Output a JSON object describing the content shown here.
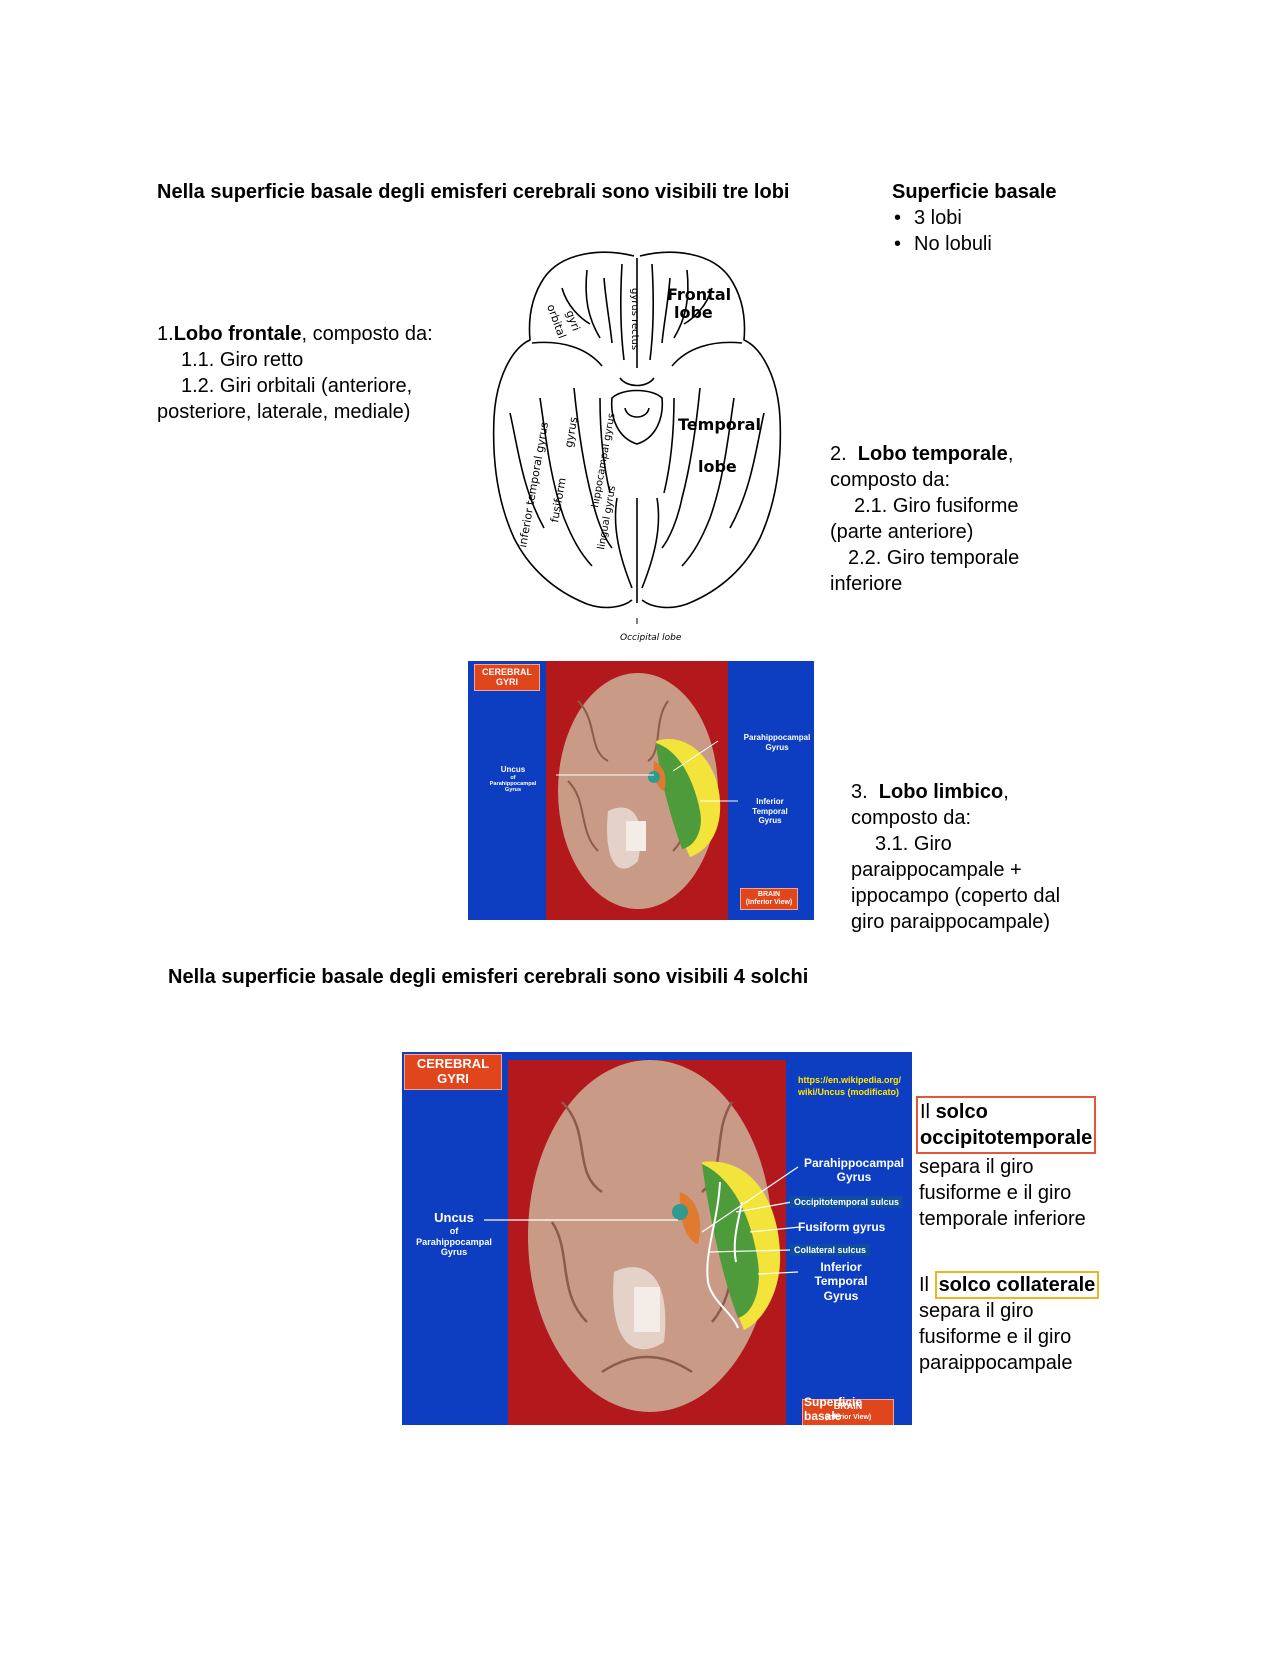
{
  "section1": {
    "heading": "Nella superficie basale degli emisferi cerebrali sono visibili tre lobi",
    "side_title": "Superficie basale",
    "side_bullets": [
      "3 lobi",
      "No lobuli"
    ]
  },
  "lobe_frontal": {
    "prefix": "1.",
    "name": "Lobo frontale",
    "suffix": ", composto da:",
    "items": [
      "1.1. Giro retto",
      "1.2. Giri orbitali (anteriore,"
    ],
    "cont": "posteriore, laterale, mediale)"
  },
  "lobe_temporal": {
    "prefix": "2.  ",
    "name": "Lobo temporale",
    "suffix": ",",
    "line2": "composto da:",
    "item1": "2.1. Giro fusiforme",
    "item1b": "(parte anteriore)",
    "item2": "2.2. Giro temporale",
    "item2b": "inferiore"
  },
  "lobe_limbic": {
    "prefix": "3.  ",
    "name": "Lobo limbico",
    "suffix": ",",
    "line2": "composto da:",
    "item1": "3.1. Giro",
    "item1b": "paraippocampale +",
    "item1c": "ippocampo (coperto dal",
    "item1d": "giro paraippocampale)"
  },
  "sketch": {
    "labels": {
      "orbital": "orbital",
      "gyri": "gyri",
      "gyrus_rectus": "gyrus rectus",
      "frontal": "Frontal",
      "lobe": "lobe",
      "temporal": "Temporal",
      "lobe2": "lobe",
      "inf_temporal": "inferior temporal gyrus",
      "fusiform": "fusiform",
      "gyrus": "gyrus",
      "hippocampal": "hippocampal gyrus",
      "lingual": "lingual gyrus",
      "occipital": "Occipital lobe"
    }
  },
  "photo1": {
    "tag": "CEREBRAL\nGYRI",
    "uncus": "Uncus",
    "uncus_of": "of",
    "uncus_gyrus": "Parahippocampal\nGyrus",
    "parahippocampal": "Parahippocampal\nGyrus",
    "inferior_temporal": "Inferior\nTemporal\nGyrus",
    "brain_tag": "BRAIN\n(Inferior View)"
  },
  "section2": {
    "heading": "Nella superficie basale degli emisferi cerebrali sono visibili 4 solchi"
  },
  "photo2": {
    "tag": "CEREBRAL\nGYRI",
    "url": "https://en.wikipedia.org/\nwiki/Uncus (modificato)",
    "uncus": "Uncus",
    "uncus_of": "of",
    "uncus_gyrus": "Parahippocampal\nGyrus",
    "parahippocampal": "Parahippocampal\nGyrus",
    "occipitotemporal_sulcus": "Occipitotemporal  sulcus",
    "fusiform": "Fusiform gyrus",
    "collateral_sulcus": "Collateral  sulcus",
    "inferior_temporal": "Inferior\nTemporal\nGyrus",
    "brain_tag": "BRAIN",
    "brain_tag2": "(Inferior View)",
    "overlay_tag": "Superficie\nbasale"
  },
  "notes": {
    "occ_prefix": "Il ",
    "occ_term1": "solco",
    "occ_term2": "occipitotemporale",
    "occ_text": [
      "separa il giro",
      "fusiforme e il giro",
      "temporale inferiore"
    ],
    "col_prefix": "Il ",
    "col_term": "solco collaterale",
    "col_text": [
      "separa il giro",
      "fusiforme e il giro",
      "paraippocampale"
    ]
  },
  "colors": {
    "panel_blue": "#0d3ec1",
    "panel_red": "#b3181c",
    "tag_orange": "#e0451c",
    "box_orange": "#e2563a",
    "box_yellow": "#e8b820"
  }
}
